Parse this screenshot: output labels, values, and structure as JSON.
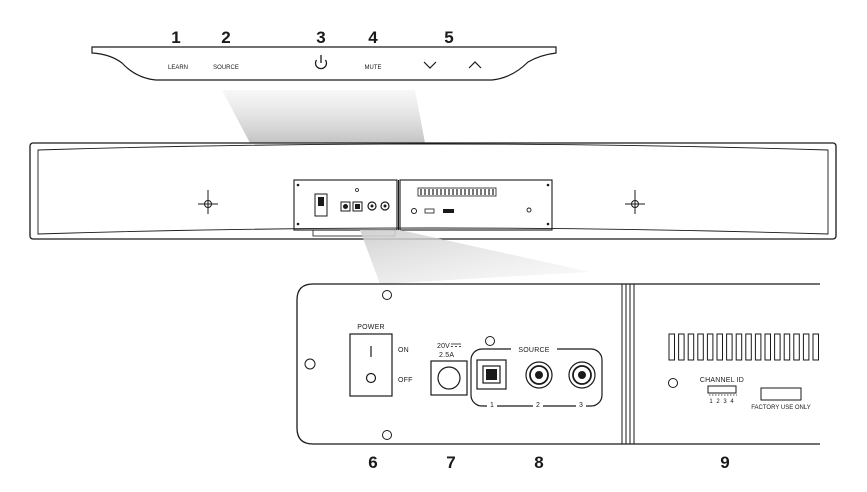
{
  "top_panel": {
    "buttons": [
      {
        "number": "1",
        "label": "LEARN"
      },
      {
        "number": "2",
        "label": "SOURCE"
      },
      {
        "number": "3",
        "label": "",
        "icon": "power-icon"
      },
      {
        "number": "4",
        "label": "MUTE"
      },
      {
        "number": "5",
        "label": "",
        "icons": [
          "chevron-down-icon",
          "chevron-up-icon"
        ]
      }
    ]
  },
  "rear_panel": {
    "power": {
      "title": "POWER",
      "on": "ON",
      "off": "OFF",
      "number": "6"
    },
    "dc_input": {
      "voltage": "20V",
      "current": "2.5A",
      "number": "7"
    },
    "source": {
      "title": "SOURCE",
      "inputs": [
        "1",
        "2",
        "3"
      ],
      "number": "8"
    },
    "channel_id": {
      "title": "CHANNEL ID",
      "positions": [
        "1",
        "2",
        "3",
        "4"
      ],
      "number": "9"
    },
    "factory": {
      "label": "FACTORY USE ONLY"
    }
  }
}
